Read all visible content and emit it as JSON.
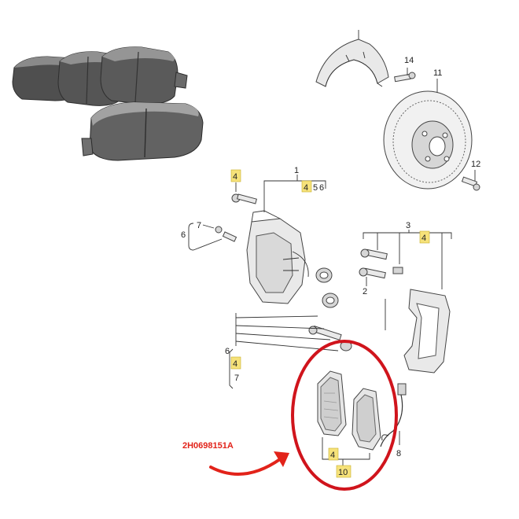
{
  "callouts": {
    "n14": "14",
    "n11": "11",
    "n12": "12",
    "n1": "1",
    "n456_a": "4",
    "n456_b": "5",
    "n456_c": "6",
    "n4_top": "4",
    "n7_top": "7",
    "n6_left": "6",
    "n3": "3",
    "n4_right": "4",
    "n2": "2",
    "n6_mid": "6",
    "n4_mid": "4",
    "n7_mid": "7",
    "n8": "8",
    "n4_bottom": "4",
    "n10": "10"
  },
  "part_number": "2H0698151A",
  "colors": {
    "highlight": "#f6e27a",
    "circle": "#d0141c",
    "arrow": "#e2231a",
    "pad": "#5a5a5a"
  }
}
